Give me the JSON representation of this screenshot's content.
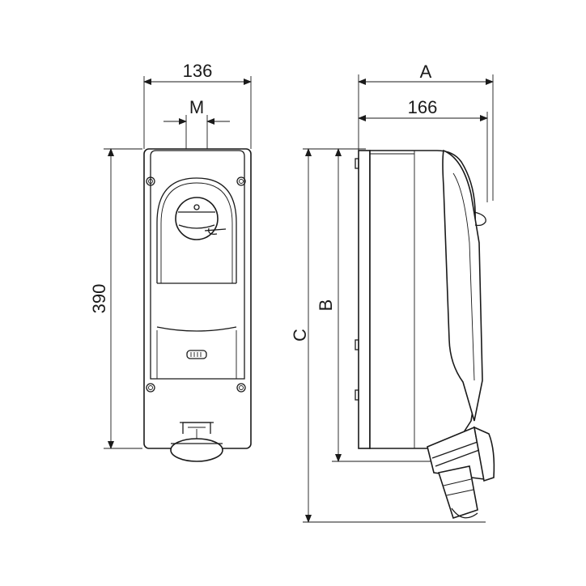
{
  "dimensions": {
    "front_width": "136",
    "mounting": "M",
    "front_height": "390",
    "side_overall_depth": "A",
    "side_depth": "166",
    "side_height_b": "B",
    "side_height_c": "C"
  },
  "colors": {
    "line": "#1a1a1a",
    "background": "#ffffff"
  }
}
